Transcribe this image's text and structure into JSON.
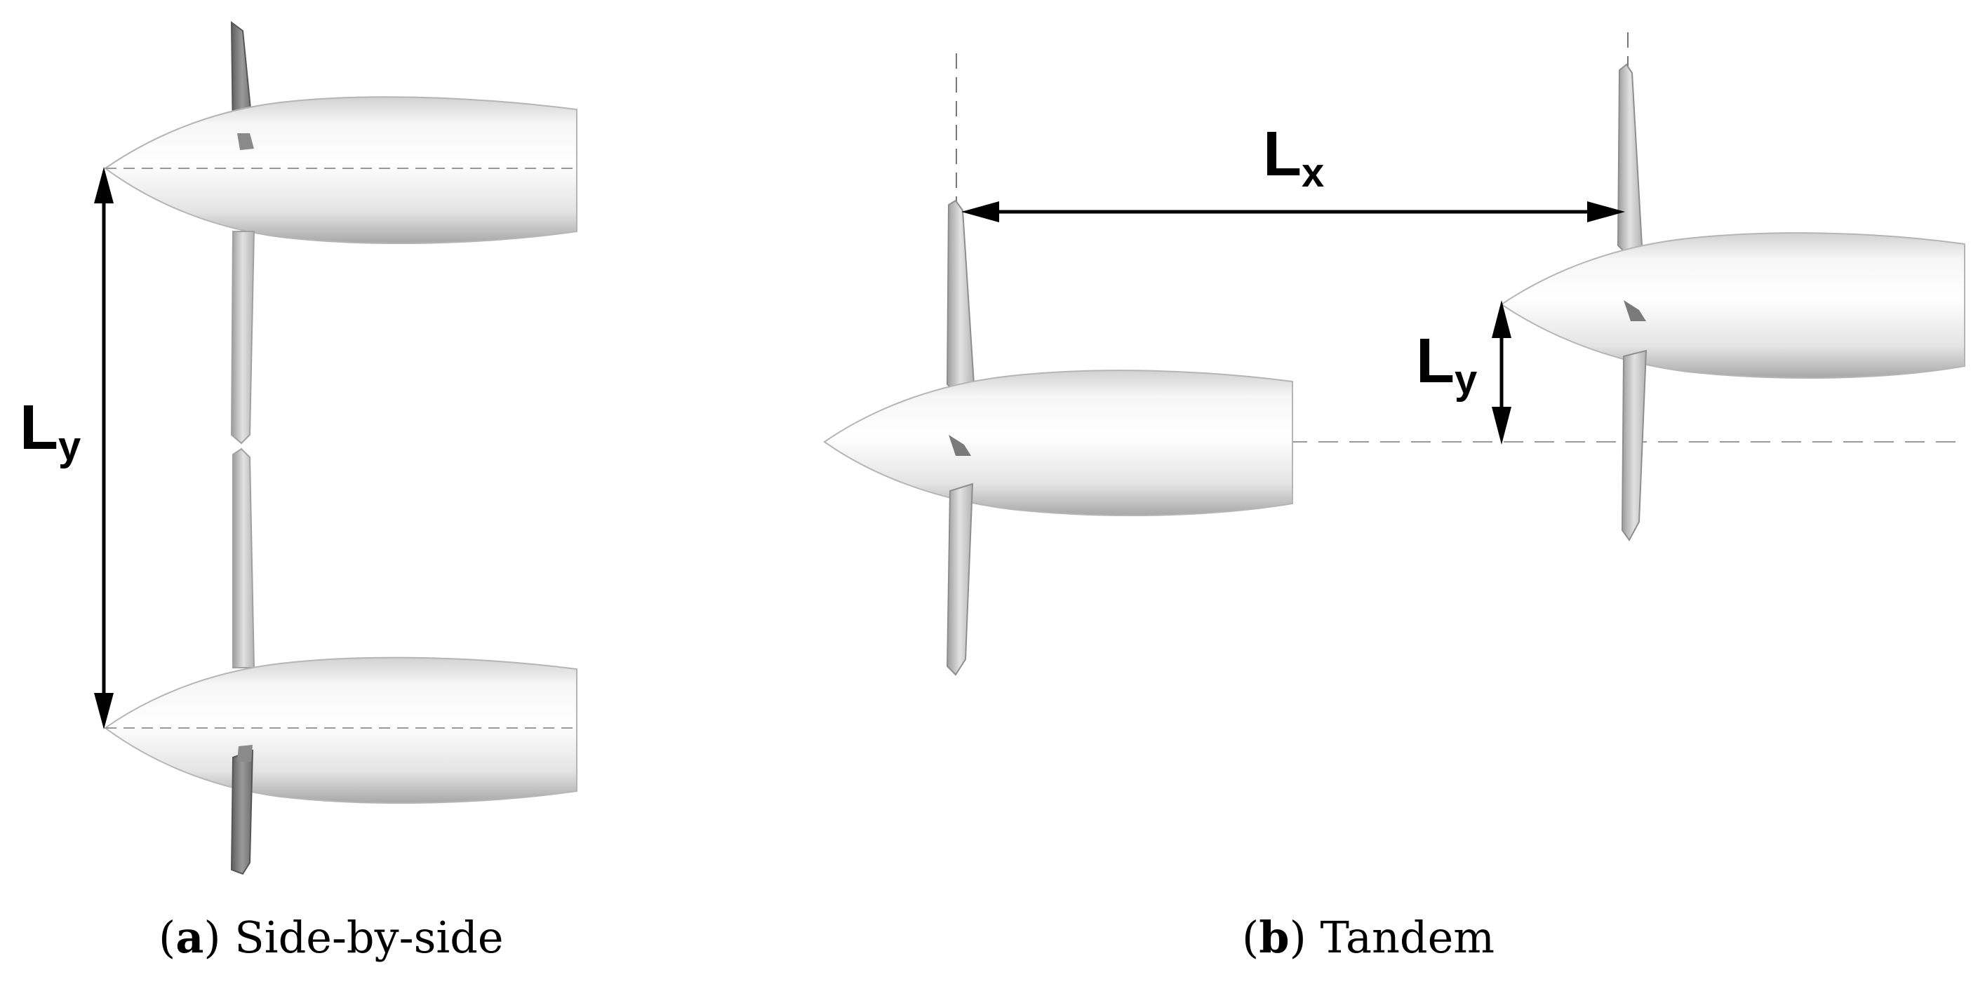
{
  "panels": [
    {
      "tag": "a",
      "caption": "Side-by-side",
      "dimension_label": {
        "main": "L",
        "sub": "y"
      }
    },
    {
      "tag": "b",
      "caption": "Tandem",
      "dimension_labels": [
        {
          "main": "L",
          "sub": "x"
        },
        {
          "main": "L",
          "sub": "y"
        }
      ]
    }
  ],
  "colors": {
    "nacelle_light": "#ffffff",
    "nacelle_mid": "#e6e6e6",
    "nacelle_dark": "#a9a9a9",
    "nacelle_outline": "#b0b0b0",
    "blade_fill": "#cfcfcf",
    "blade_dark": "#7a7a7a",
    "centerline": "#9a9a9a",
    "dimension_line": "#000000"
  }
}
